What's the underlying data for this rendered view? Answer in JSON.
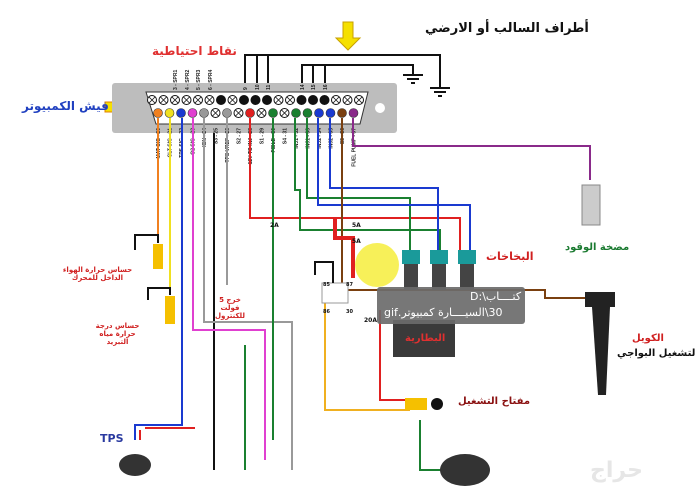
{
  "title_ground": "أطراف السالب أو الارضي",
  "spare_points": "نقاط احتياطية",
  "computer_plug": "فيش الكمبيوتر",
  "spare_pins": [
    "3 - SPR1",
    "4 - SPR2",
    "5 - SPR3",
    "6 - SPR4"
  ],
  "ground_pins": [
    "9",
    "10",
    "11",
    "14",
    "15",
    "16"
  ],
  "bottom_pins": [
    {
      "label": "MAT SIG - 20",
      "color": "#f08020"
    },
    {
      "label": "CLT SIG - 21",
      "color": "#f0e020"
    },
    {
      "label": "TPS SIG - 22",
      "color": "#1a3ad0"
    },
    {
      "label": "O2 SIG - 23",
      "color": "#e040d0"
    },
    {
      "label": "IGN - 24",
      "color": "#999999"
    },
    {
      "label": "S3 - 25",
      "color": ""
    },
    {
      "label": "TPS VREF - 26",
      "color": "#999999"
    },
    {
      "label": "S2 - 27",
      "color": ""
    },
    {
      "label": "12V TO INJ - 28",
      "color": "#e02020"
    },
    {
      "label": "S1 - 29",
      "color": ""
    },
    {
      "label": "FIDLE - 30",
      "color": "#1a8030"
    },
    {
      "label": "S4 - 31",
      "color": ""
    },
    {
      "label": "INJ1 - 32",
      "color": "#1a8030"
    },
    {
      "label": "INJ1 - 33",
      "color": "#1a8030"
    },
    {
      "label": "INJ2 - 34",
      "color": "#1a3ad0"
    },
    {
      "label": "INJ2 - 35",
      "color": "#1a3ad0"
    },
    {
      "label": "S5 - 36",
      "color": "#7a4010"
    },
    {
      "label": "FUEL PUMP - 37",
      "color": "#8a2a8a"
    }
  ],
  "labels": {
    "injectors": "البخاخات",
    "fuel_pump": "مضخة الوقود",
    "coil": "الكويل",
    "coil_desc": "لتشغيل البواجي",
    "ignition_key": "مفتاح التشغيل",
    "battery": "البطارية",
    "tps": "TPS",
    "air_temp_sensor": "حساس حرارة الهواء الداخل للمحرك",
    "coolant_sensor": "حساس درجة حرارة مياه التبريد",
    "vref_out": "خرج 5 فولت للكنترول",
    "fuse_2a": "2A",
    "fuse_5a_1": "5A",
    "fuse_5a_2": "5A",
    "fuse_20a": "20A",
    "relay_85": "85",
    "relay_87": "87",
    "relay_86": "86",
    "relay_30": "30"
  },
  "tooltip": {
    "line1": "كتــــاب\\:D",
    "line2": "30\\السيــــارة كمبيوتر.gif"
  },
  "watermark": "حراج",
  "colors": {
    "arrow": "#f5e000",
    "ground_label": "#111111",
    "spare": "#e03030",
    "plug": "#2040c0"
  }
}
